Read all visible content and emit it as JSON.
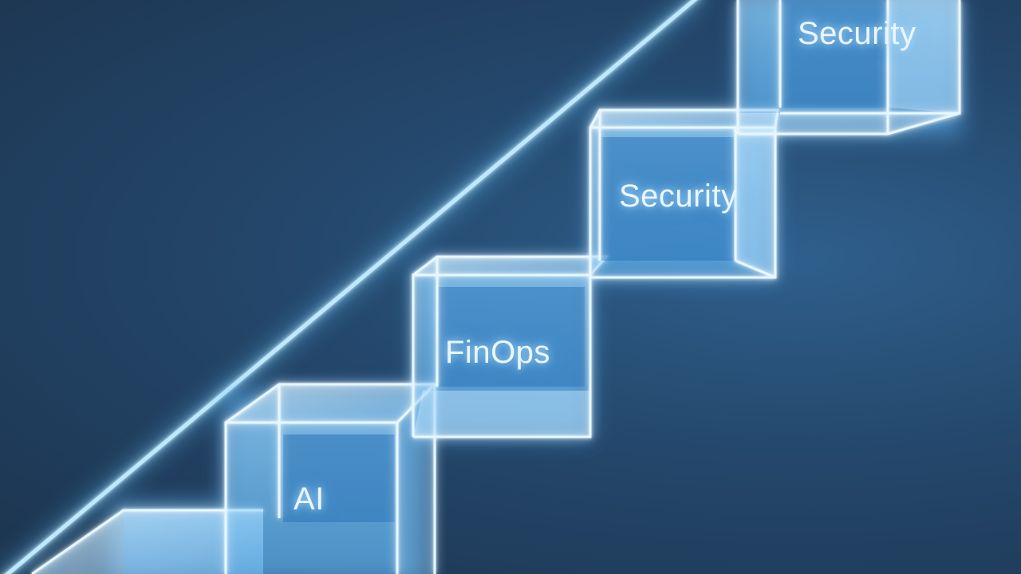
{
  "scene": {
    "colors": {
      "background_dark": "#1c344f",
      "background_mid": "#2f5f8c",
      "glow": "#7fd0ff",
      "edge": "#e8f7ff",
      "text": "#eaf6ff"
    },
    "icons": [
      "glowing-diagonal-line",
      "glass-cube-stairs"
    ],
    "steps": [
      {
        "label": "AI"
      },
      {
        "label": "FinOps"
      },
      {
        "label": "Security"
      },
      {
        "label": "Security"
      }
    ]
  }
}
